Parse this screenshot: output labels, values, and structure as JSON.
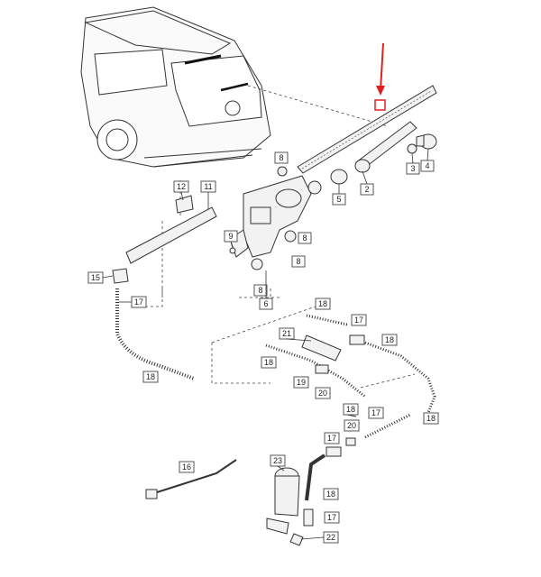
{
  "diagram": {
    "callouts": [
      "2",
      "3",
      "4",
      "5",
      "6",
      "8",
      "8",
      "8",
      "8",
      "9",
      "11",
      "12",
      "15",
      "16",
      "17",
      "17",
      "17",
      "17",
      "17",
      "18",
      "18",
      "18",
      "18",
      "18",
      "18",
      "18",
      "19",
      "20",
      "20",
      "21",
      "22",
      "23"
    ],
    "accent_color": "#e02020"
  },
  "callouts": {
    "c2": "2",
    "c3": "3",
    "c4": "4",
    "c5": "5",
    "c6": "6",
    "c8a": "8",
    "c8b": "8",
    "c8c": "8",
    "c8d": "8",
    "c9": "9",
    "c11": "11",
    "c12": "12",
    "c15": "15",
    "c16": "16",
    "c17a": "17",
    "c17b": "17",
    "c17c": "17",
    "c17d": "17",
    "c17e": "17",
    "c18a": "18",
    "c18b": "18",
    "c18c": "18",
    "c18d": "18",
    "c18e": "18",
    "c18f": "18",
    "c18g": "18",
    "c19": "19",
    "c20a": "20",
    "c20b": "20",
    "c21": "21",
    "c22": "22",
    "c23": "23"
  }
}
